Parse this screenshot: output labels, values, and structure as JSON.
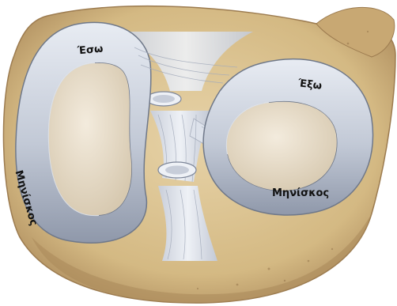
{
  "labels": {
    "medial_top": "Έσω",
    "lateral_top": "Έξω",
    "medial_side": "Μηνίσκος",
    "lateral_side": "Μηνίσκος"
  },
  "colors": {
    "bone": "#d8c090",
    "bone_shadow": "#b08c5a",
    "cartilage": "#e9dfcd",
    "meniscus": "#c9d0dd",
    "meniscus_edge": "#7d8699",
    "ligament": "#dfe3ec"
  }
}
